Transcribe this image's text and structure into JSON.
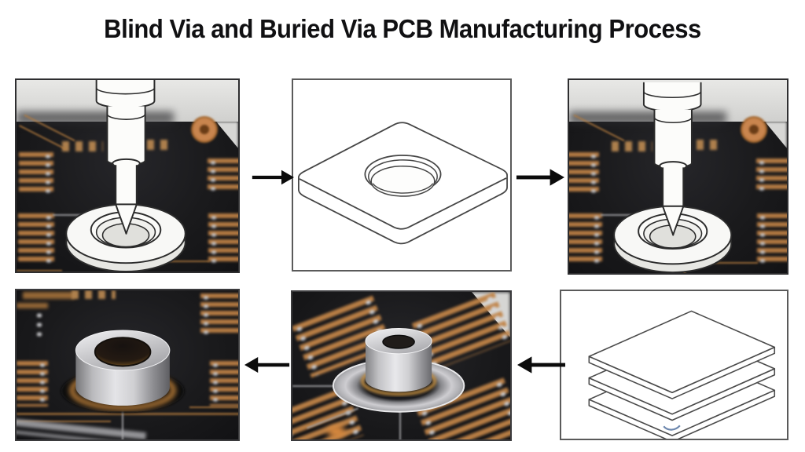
{
  "title": "Blind Via and Buried Via PCB Manufacturing Process",
  "process": {
    "steps": [
      {
        "step": 1,
        "position": "top-left",
        "media": "photo",
        "alt": "Drill bit drilling a blind via through a white annular ring pad on a dark PCB"
      },
      {
        "step": 2,
        "position": "top-center",
        "media": "line-drawing",
        "alt": "Isometric drawing of a single board layer with a drilled counterbore hole"
      },
      {
        "step": 3,
        "position": "top-right",
        "media": "photo",
        "alt": "Drill bit drilling a via through a white ring pad on a dark PCB"
      },
      {
        "step": 4,
        "position": "bottom-left",
        "media": "photo",
        "alt": "Close-up of a plated metal via barrel seated on a copper ring pad"
      },
      {
        "step": 5,
        "position": "bottom-center",
        "media": "photo",
        "alt": "Plated metal via barrel on a silver circular pad of a dark PCB"
      },
      {
        "step": 6,
        "position": "bottom-right",
        "media": "line-drawing",
        "alt": "Isometric drawing of three stacked PCB layers before lamination"
      }
    ],
    "arrows": [
      {
        "from": 1,
        "to": 2,
        "direction": "right"
      },
      {
        "from": 2,
        "to": 3,
        "direction": "right"
      },
      {
        "from": 6,
        "to": 5,
        "direction": "left"
      },
      {
        "from": 5,
        "to": 4,
        "direction": "left"
      }
    ]
  },
  "colors": {
    "background": "#ffffff",
    "title_text": "#101012",
    "board_dark": "#1b1b1d",
    "copper": "#c08347",
    "pad_silver": "#c9c9cc",
    "arrow": "#0b0b0b",
    "line_art_stroke": "#454545",
    "watermark_blue": "#51719f"
  }
}
